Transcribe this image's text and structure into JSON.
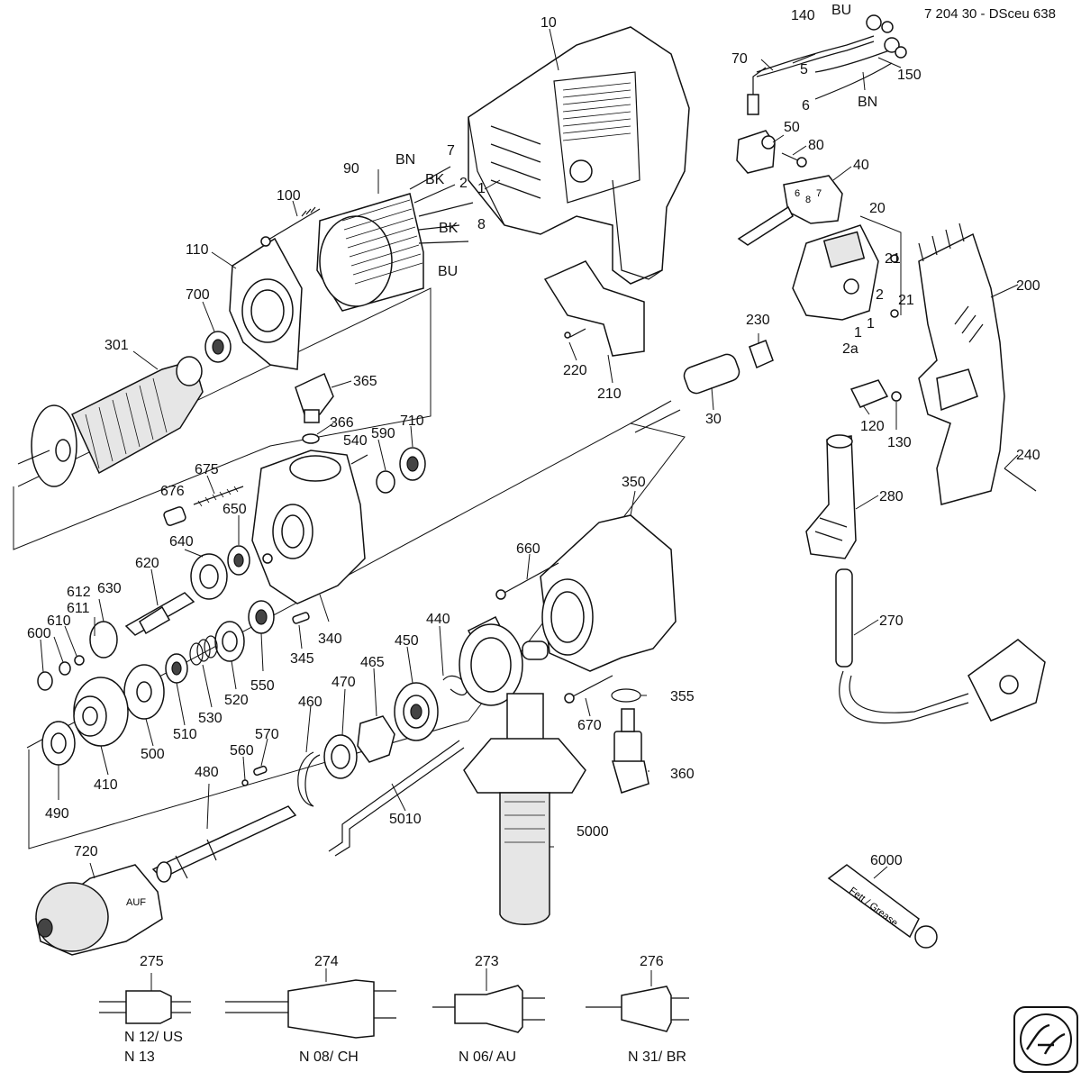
{
  "document_id": "7 204 30 - DSceu 638",
  "brand_logo": "fein-logo",
  "labels": [
    {
      "key": "p10",
      "text": "10"
    },
    {
      "key": "p140",
      "text": "140"
    },
    {
      "key": "pBU1",
      "text": "BU"
    },
    {
      "key": "p70",
      "text": "70"
    },
    {
      "key": "p5",
      "text": "5"
    },
    {
      "key": "p150",
      "text": "150"
    },
    {
      "key": "p6",
      "text": "6"
    },
    {
      "key": "pBN1",
      "text": "BN"
    },
    {
      "key": "p50",
      "text": "50"
    },
    {
      "key": "p80",
      "text": "80"
    },
    {
      "key": "p40",
      "text": "40"
    },
    {
      "key": "p20",
      "text": "20"
    },
    {
      "key": "p21a",
      "text": "21"
    },
    {
      "key": "p21b",
      "text": "21"
    },
    {
      "key": "p2sw",
      "text": "2"
    },
    {
      "key": "p1a",
      "text": "1"
    },
    {
      "key": "p1b",
      "text": "1"
    },
    {
      "key": "p2a",
      "text": "2a"
    },
    {
      "key": "p200",
      "text": "200"
    },
    {
      "key": "p230",
      "text": "230"
    },
    {
      "key": "p220",
      "text": "220"
    },
    {
      "key": "p210",
      "text": "210"
    },
    {
      "key": "p30",
      "text": "30"
    },
    {
      "key": "p120",
      "text": "120"
    },
    {
      "key": "p130",
      "text": "130"
    },
    {
      "key": "p240",
      "text": "240"
    },
    {
      "key": "p280",
      "text": "280"
    },
    {
      "key": "p270",
      "text": "270"
    },
    {
      "key": "p90",
      "text": "90"
    },
    {
      "key": "pBN2",
      "text": "BN"
    },
    {
      "key": "p7",
      "text": "7"
    },
    {
      "key": "pBK1",
      "text": "BK"
    },
    {
      "key": "p2",
      "text": "2"
    },
    {
      "key": "p1",
      "text": "1"
    },
    {
      "key": "pBK2",
      "text": "BK"
    },
    {
      "key": "p8",
      "text": "8"
    },
    {
      "key": "pBU2",
      "text": "BU"
    },
    {
      "key": "p100",
      "text": "100"
    },
    {
      "key": "p110",
      "text": "110"
    },
    {
      "key": "p700",
      "text": "700"
    },
    {
      "key": "p301",
      "text": "301"
    },
    {
      "key": "p365",
      "text": "365"
    },
    {
      "key": "p366",
      "text": "366"
    },
    {
      "key": "p540",
      "text": "540"
    },
    {
      "key": "p590",
      "text": "590"
    },
    {
      "key": "p710",
      "text": "710"
    },
    {
      "key": "p675",
      "text": "675"
    },
    {
      "key": "p676",
      "text": "676"
    },
    {
      "key": "p650",
      "text": "650"
    },
    {
      "key": "p640",
      "text": "640"
    },
    {
      "key": "p620",
      "text": "620"
    },
    {
      "key": "p612",
      "text": "612"
    },
    {
      "key": "p611",
      "text": "611"
    },
    {
      "key": "p630",
      "text": "630"
    },
    {
      "key": "p610",
      "text": "610"
    },
    {
      "key": "p600",
      "text": "600"
    },
    {
      "key": "p340",
      "text": "340"
    },
    {
      "key": "p345",
      "text": "345"
    },
    {
      "key": "p550",
      "text": "550"
    },
    {
      "key": "p520",
      "text": "520"
    },
    {
      "key": "p530",
      "text": "530"
    },
    {
      "key": "p510",
      "text": "510"
    },
    {
      "key": "p500",
      "text": "500"
    },
    {
      "key": "p410",
      "text": "410"
    },
    {
      "key": "p490",
      "text": "490"
    },
    {
      "key": "p350",
      "text": "350"
    },
    {
      "key": "p660",
      "text": "660"
    },
    {
      "key": "p440",
      "text": "440"
    },
    {
      "key": "p450",
      "text": "450"
    },
    {
      "key": "p465",
      "text": "465"
    },
    {
      "key": "p470",
      "text": "470"
    },
    {
      "key": "p460",
      "text": "460"
    },
    {
      "key": "p355",
      "text": "355"
    },
    {
      "key": "p670",
      "text": "670"
    },
    {
      "key": "p360",
      "text": "360"
    },
    {
      "key": "p570",
      "text": "570"
    },
    {
      "key": "p560",
      "text": "560"
    },
    {
      "key": "p480",
      "text": "480"
    },
    {
      "key": "p5010",
      "text": "5010"
    },
    {
      "key": "p5000",
      "text": "5000"
    },
    {
      "key": "p720",
      "text": "720"
    },
    {
      "key": "p6000",
      "text": "6000"
    },
    {
      "key": "p275",
      "text": "275"
    },
    {
      "key": "p274",
      "text": "274"
    },
    {
      "key": "p273",
      "text": "273"
    },
    {
      "key": "p276",
      "text": "276"
    },
    {
      "key": "pN12",
      "text": "N 12/ US"
    },
    {
      "key": "pN13",
      "text": "N 13"
    },
    {
      "key": "pN08",
      "text": "N 08/ CH"
    },
    {
      "key": "pN06",
      "text": "N 06/ AU"
    },
    {
      "key": "pN31",
      "text": "N 31/ BR"
    }
  ],
  "grease_tube_text": "Fett / Grease",
  "chuck_marking": "AUF"
}
